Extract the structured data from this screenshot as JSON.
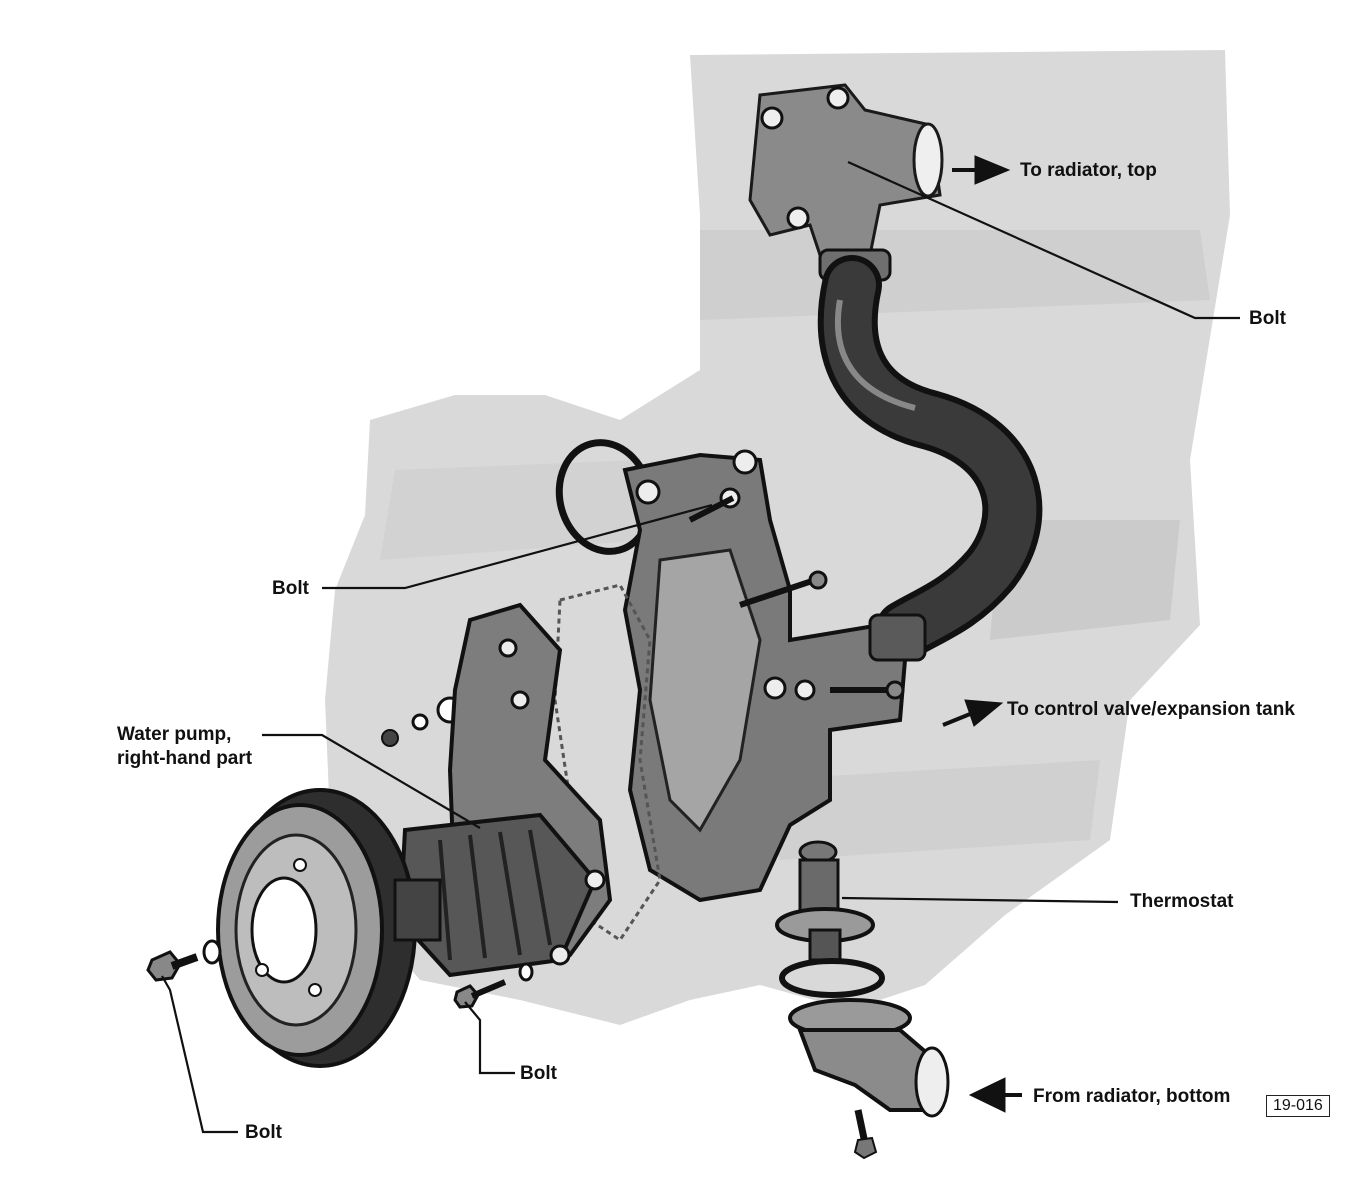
{
  "diagram": {
    "labels": {
      "to_radiator_top": "To radiator, top",
      "bolt_housing": "Bolt",
      "bolt_pump_housing": "Bolt",
      "to_control_valve": "To control valve/expansion tank",
      "water_pump_line1": "Water pump,",
      "water_pump_line2": "right-hand part",
      "thermostat": "Thermostat",
      "bolt_lower": "Bolt",
      "bolt_pulley": "Bolt",
      "from_radiator_bottom": "From radiator, bottom"
    },
    "figure_ref": "19-016"
  }
}
